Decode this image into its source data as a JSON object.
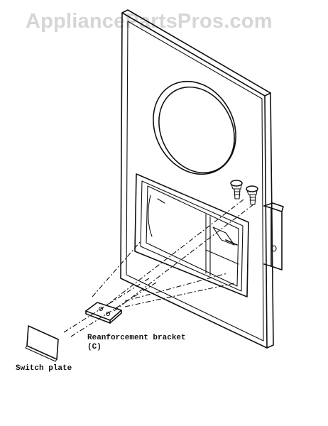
{
  "watermark": "AppliancePartsPros.com",
  "labels": {
    "bracket_line1": "Reanforcement bracket",
    "bracket_line2": "(C)",
    "switch_plate": "Switch plate"
  },
  "colors": {
    "ink": "#111111",
    "watermark": "#d6d6d6",
    "background": "#ffffff"
  }
}
